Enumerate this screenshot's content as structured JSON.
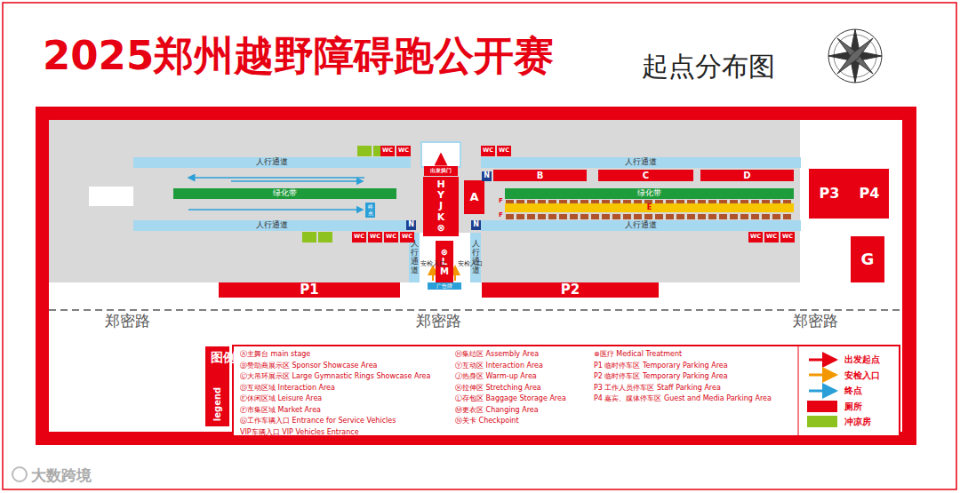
{
  "diagram": {
    "title": "2025郑州越野障碍跑公开赛",
    "nodes": [
      {
        "text": [
          "人行通道"
        ]
      },
      {
        "text": [
          "人行通道"
        ]
      },
      {
        "text": [
          "人行通道"
        ]
      },
      {
        "text": [
          "人行通道"
        ]
      },
      {
        "text": [
          "人行通道"
        ]
      },
      {
        "text": [
          "人行通道"
        ]
      },
      {
        "text": [
          "绿化带"
        ]
      },
      {
        "text": [
          "绿化带"
        ]
      },
      {
        "text": [
          "出发拱门"
        ]
      },
      {
        "text": [
          "HYJK",
          "⊗"
        ]
      },
      {
        "text": [
          "A"
        ]
      },
      {
        "text": [
          "B"
        ]
      },
      {
        "text": [
          "C"
        ]
      },
      {
        "text": [
          "D"
        ]
      },
      {
        "text": [
          "E"
        ]
      },
      {
        "text": [
          "⊗",
          "L",
          "M"
        ]
      },
      {
        "text": [
          "广告牌"
        ]
      },
      {
        "text": [
          "N"
        ]
      },
      {
        "text": [
          "N"
        ]
      },
      {
        "text": [
          "N"
        ]
      },
      {
        "text": [
          "P1"
        ]
      },
      {
        "text": [
          "P2"
        ]
      },
      {
        "text": [
          "P3"
        ]
      },
      {
        "text": [
          "P4"
        ]
      },
      {
        "text": [
          "G"
        ]
      },
      {
        "text": [
          "终点"
        ]
      },
      {
        "text": [
          "WC"
        ]
      },
      {
        "text": [
          "WC"
        ]
      },
      {
        "text": [
          "WC"
        ]
      },
      {
        "text": [
          "WC"
        ]
      },
      {
        "text": [
          "WC"
        ]
      },
      {
        "text": [
          "WC"
        ]
      },
      {
        "text": [
          "WC"
        ]
      },
      {
        "text": [
          "WC"
        ]
      },
      {
        "text": [
          "WC"
        ]
      },
      {
        "text": [
          "WC"
        ]
      },
      {
        "text": [
          "WC"
        ]
      }
    ],
    "labels": [
      "起点分布图",
      "F",
      "F",
      "安检入口",
      "安检入口",
      "郑密路",
      "郑密路",
      "郑密路",
      "图例",
      "legend",
      "WC",
      "大数跨境"
    ],
    "legend": [
      {
        "text": "Ⓐ主舞台 main stage"
      },
      {
        "text": "Ⓑ赞助商展示区 Sponsor Showcase Area"
      },
      {
        "text": "Ⓒ大吊环展示区 Large Gymnastic Rings Showcase Area"
      },
      {
        "text": "Ⓓ互动区域 Interaction Area"
      },
      {
        "text": "Ⓔ休闲区域 Leisure Area"
      },
      {
        "text": "Ⓕ市集区域 Market Area"
      },
      {
        "text": "Ⓖ工作车辆入口 Entrance for Service Vehicles"
      },
      {
        "text": "VIP车辆入口 VIP Vehicles Entrance"
      },
      {
        "text": "Ⓗ集结区 Assembly Area"
      },
      {
        "text": "Ⓨ互动区 Interaction Area"
      },
      {
        "text": "Ⓙ热身区 Warm-up Area"
      },
      {
        "text": "Ⓚ拉伸区 Stretching Area"
      },
      {
        "text": "Ⓛ存包区 Baggage Storage Area"
      },
      {
        "text": "Ⓜ更衣区 Changing Area"
      },
      {
        "text": "Ⓝ关卡 Checkpoint"
      },
      {
        "text": "⊗医疗 Medical Treatment"
      },
      {
        "text": "P1 临时停车区 Temporary Parking Area"
      },
      {
        "text": "P2 临时停车区 Temporary Parking Area"
      },
      {
        "text": "P3 工作人员停车区 Staff Parking Area"
      },
      {
        "text": "P4 嘉宾、媒体停车区 Guest and Media Parking Area"
      },
      {
        "text": "出发起点"
      },
      {
        "text": "安检入口"
      },
      {
        "text": "终点"
      },
      {
        "text": "厕所",
        "color": "#e60012"
      },
      {
        "text": "冲凉房",
        "color": "#8dc21f"
      }
    ]
  }
}
